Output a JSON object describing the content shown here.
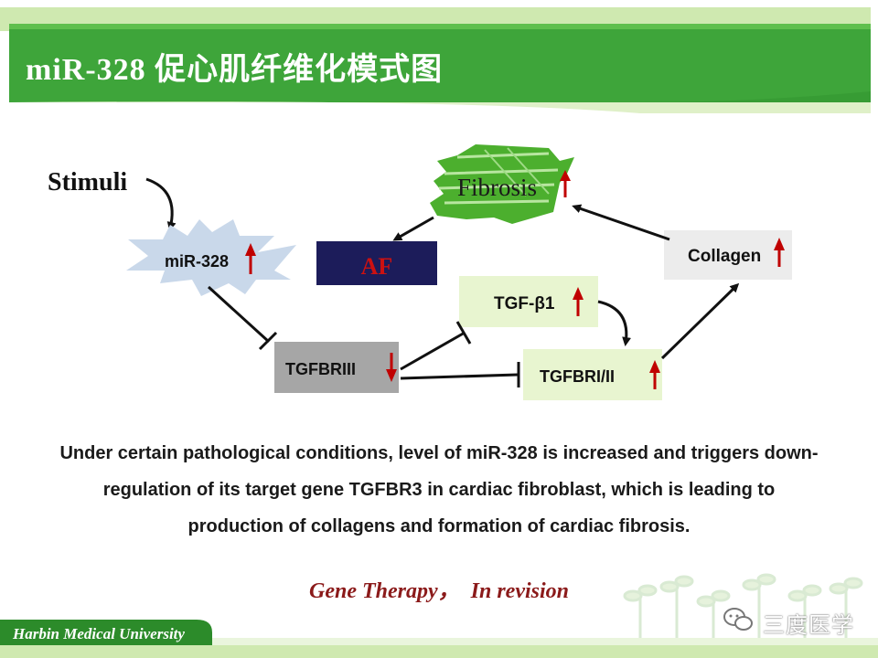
{
  "slide": {
    "title": "miR-328 促心肌纤维化模式图",
    "colors": {
      "header_green": "#3ea53a",
      "dark_green": "#1f7a1f",
      "light_green": "#cfe9b0",
      "node_light_green": "#e8f5d0",
      "af_navy": "#1c1c5a",
      "arrow_red": "#c00000"
    }
  },
  "diagram": {
    "stimuli": "Stimuli",
    "mir328": "miR-328",
    "fibrosis": "Fibrosis",
    "af": "AF",
    "collagen": "Collagen",
    "tgfb1": "TGF-β1",
    "tgfbr3": "TGFBRIII",
    "tgfbr12": "TGFBRI/II",
    "up_icon": "up-arrow-icon",
    "down_icon": "down-arrow-icon"
  },
  "caption": {
    "line1": "Under certain pathological conditions, level of miR-328 is increased and triggers down-",
    "line2": "regulation of  its target gene TGFBR3 in cardiac fibroblast,  which is leading to",
    "line3": "production of collagens and formation of cardiac fibrosis."
  },
  "citation": "Gene Therapy，  In revision",
  "footer": {
    "university": "Harbin Medical University"
  },
  "watermark": {
    "text": "三度医学",
    "icon": "wechat-icon"
  }
}
